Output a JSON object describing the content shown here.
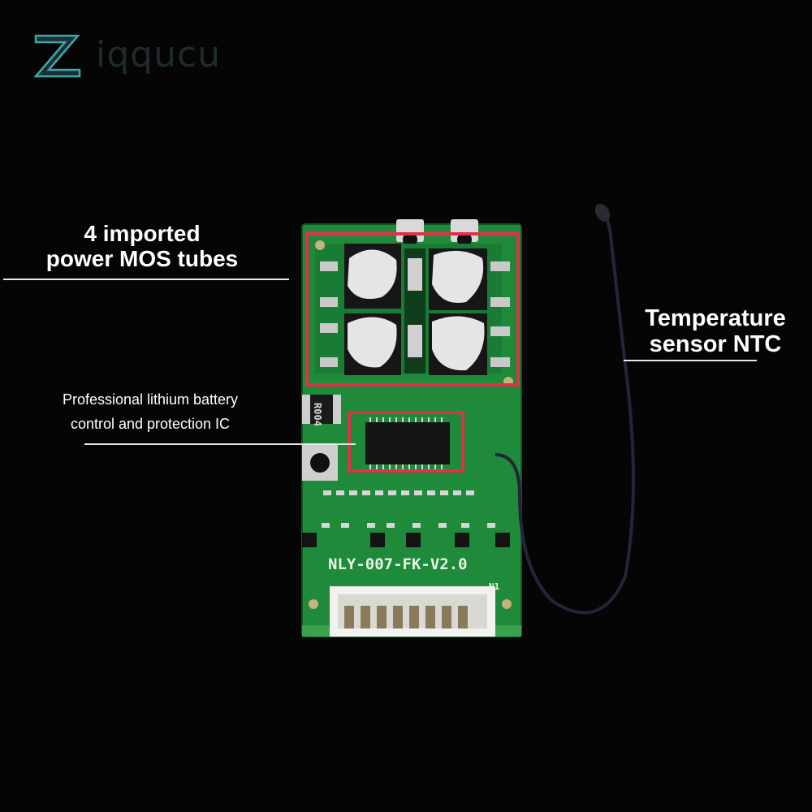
{
  "brand": {
    "name": "Ziqqucu",
    "mark": "Z",
    "rest": "iqqucu",
    "colors": {
      "mark_fill": "#1b2f35",
      "mark_edge": "#3fa7a8",
      "text": "#1f2a2c"
    }
  },
  "annotations": {
    "mos": {
      "line1": "4 imported",
      "line2": "power MOS tubes"
    },
    "ic": {
      "line1": "Professional lithium battery",
      "line2": "control and protection IC"
    },
    "ntc": {
      "line1": "Temperature",
      "line2": "sensor NTC"
    }
  },
  "board": {
    "model": "NLY-007-FK-V2.0",
    "resistor_marking": "R004",
    "connector_label": "N1",
    "colors": {
      "pcb": "#1f8a3a",
      "pcb_dark": "#17702e",
      "highlight": "#e0314a",
      "wire": "#23263a"
    }
  }
}
